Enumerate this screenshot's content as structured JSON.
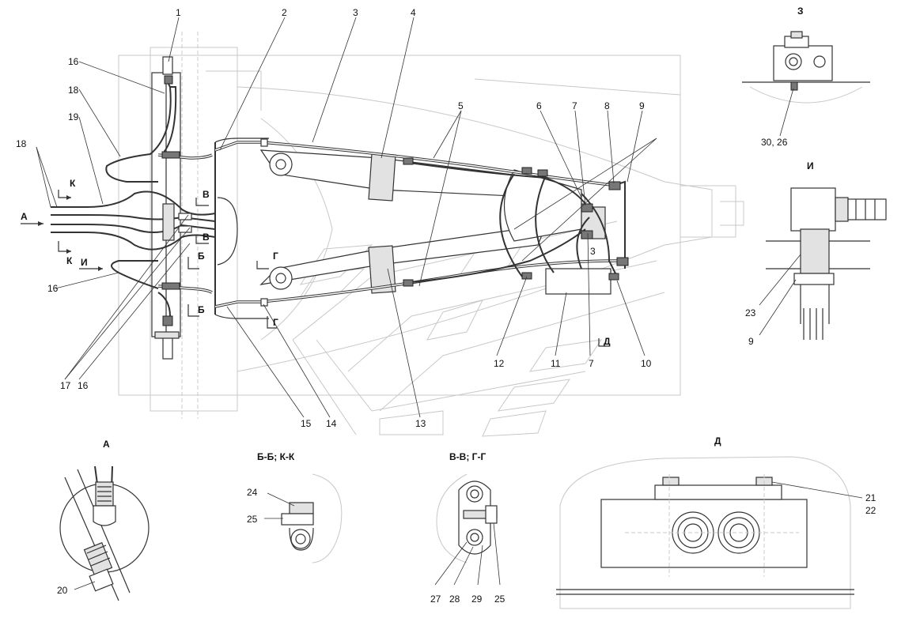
{
  "main_view": {
    "callouts": [
      "1",
      "2",
      "3",
      "4",
      "5",
      "6",
      "7",
      "8",
      "9",
      "18",
      "19",
      "16",
      "18",
      "16",
      "17",
      "16",
      "15",
      "14",
      "13",
      "12",
      "11",
      "7",
      "10",
      "3"
    ],
    "view_arrows": {
      "a": "А",
      "k1": "К",
      "k2": "К",
      "i": "И",
      "v1": "В",
      "v2": "В",
      "b1": "Б",
      "b2": "Б",
      "g1": "Г",
      "g2": "Г",
      "d": "Д"
    }
  },
  "detail_z": {
    "title": "З",
    "callout": "30, 26"
  },
  "detail_i": {
    "title": "И",
    "callouts": [
      "23",
      "9"
    ]
  },
  "detail_a": {
    "title": "А",
    "callout": "20"
  },
  "section_bb_kk": {
    "title": "Б-Б; К-К",
    "callouts": [
      "24",
      "25"
    ]
  },
  "section_vv_gg": {
    "title": "В-В; Г-Г",
    "callouts": [
      "27",
      "28",
      "29",
      "25"
    ]
  },
  "detail_d": {
    "title": "Д",
    "callouts": [
      "21",
      "22"
    ]
  }
}
